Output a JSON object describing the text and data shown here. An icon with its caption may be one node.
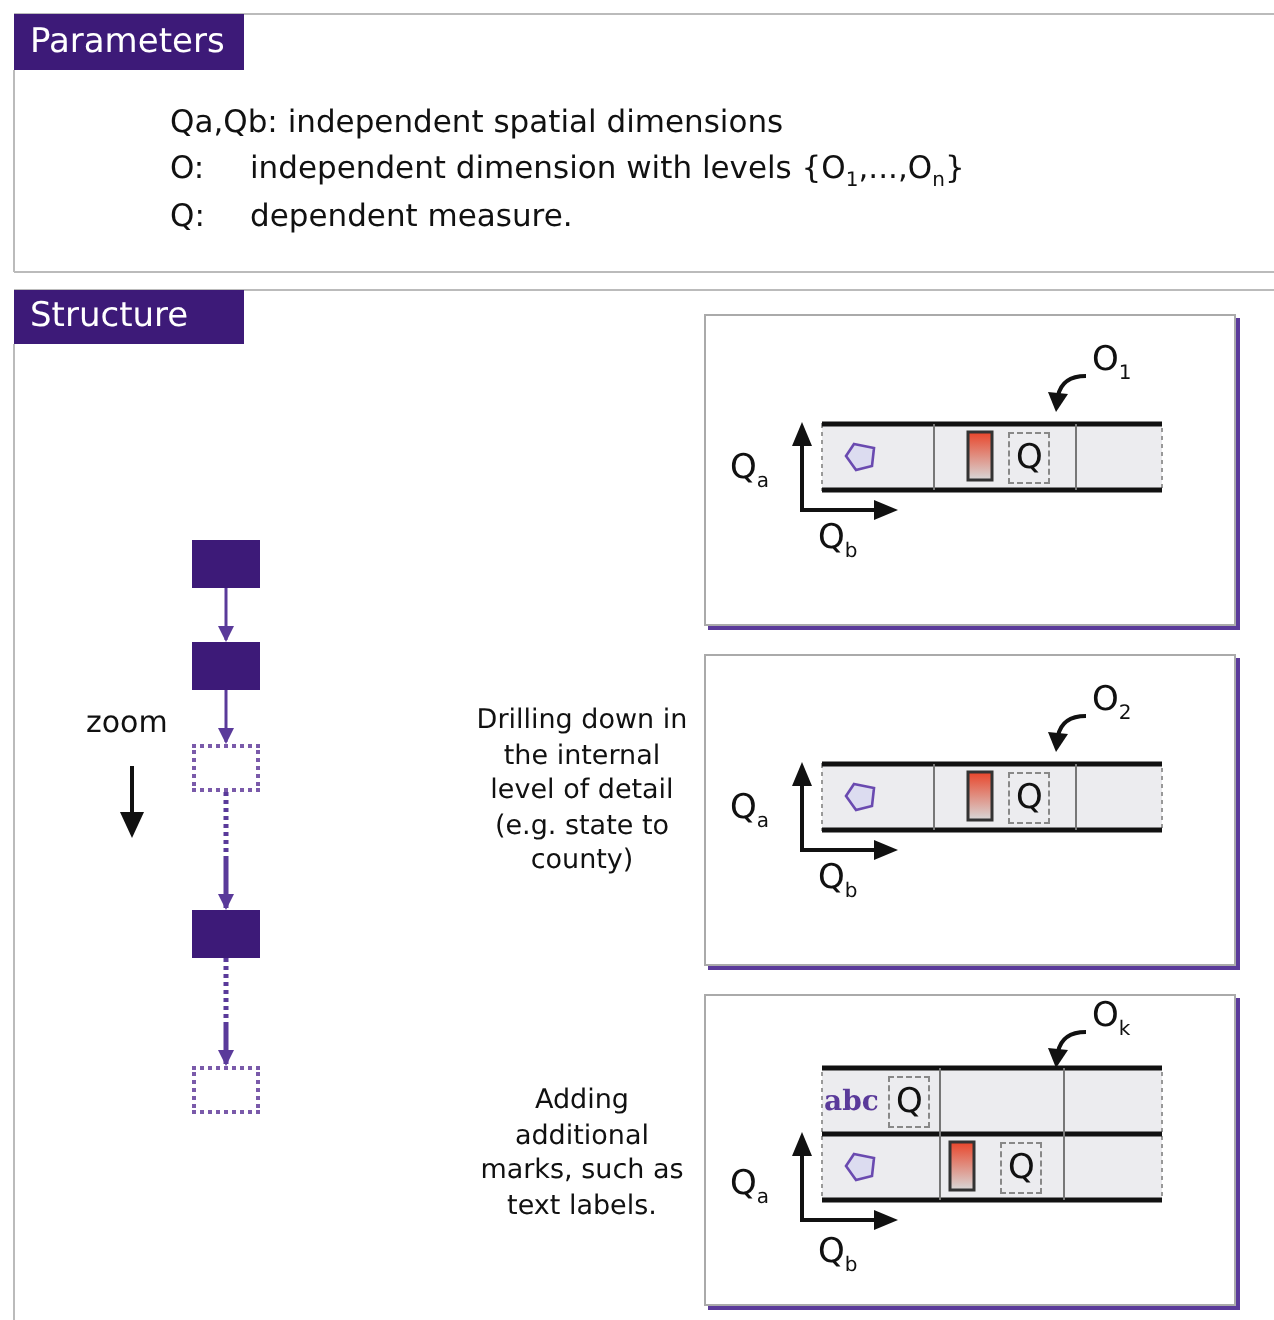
{
  "diagram": {
    "nodes": [
      {
        "text": [],
        "shape": "box"
      },
      {
        "text": [],
        "shape": "box"
      },
      {
        "text": [],
        "shape": "box"
      },
      {
        "text": [],
        "shape": "box"
      },
      {
        "text": [],
        "shape": "box"
      },
      {
        "text": [
          "O$_{1}$",
          "Q$_{a}$",
          "Q",
          "Q$_{b}$"
        ]
      },
      {
        "text": [
          "O$_{2}$",
          "Q$_{a}$",
          "Q",
          "Q$_{b}$"
        ],
        "beside": [
          "Drilling down in the internal level of detail (e.g. state to county)"
        ]
      },
      {
        "text": [
          "O$_{k}$",
          "abc",
          "Q",
          "Q$_{a}$",
          "Q",
          "Q$_{b}$"
        ],
        "beside": [
          "Adding additional marks, such as text labels."
        ]
      }
    ],
    "edges": [
      {
        "from": 0,
        "to": 1,
        "arrow": "to"
      },
      {
        "from": 1,
        "to": 2,
        "arrow": "to"
      },
      {
        "from": 2,
        "to": 3,
        "arrow": "to",
        "style": "dashed"
      },
      {
        "from": 3,
        "to": 4,
        "arrow": "to",
        "style": "dashed"
      }
    ],
    "labels": [
      "Parameters",
      "Qa,Qb: independent spatial dimensions",
      "O:",
      "independent dimension with levels {O$_{1}$,...,O$_{n}$}",
      "Q:",
      "dependent measure.",
      "Structure",
      "zoom"
    ]
  }
}
